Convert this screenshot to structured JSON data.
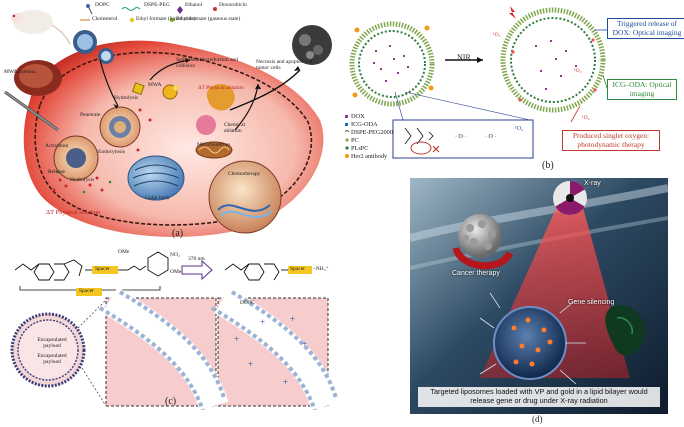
{
  "panel_a": {
    "letter": "(a)",
    "legend": {
      "dopc": "DOPC",
      "dspe_peg": "DSPE-PEG",
      "ethanol": "Ethanol",
      "doxorubicin": "Doxorubicin",
      "cholesterol": "Cholesterol",
      "ethyl_liquid": "Ethyl formate (liquid state)",
      "ethyl_gas": "Ethyl formate (gaseous state)"
    },
    "mwa_antenna": "MWA antenna",
    "self_assembly": "Self assemble/reduction and collision",
    "mwa": "MWA",
    "physical_ablation_1": "ΔT  Physical ablation",
    "physical_ablation_2": "ΔT  Physical ablation",
    "necrosis": "Necrosis and apoptosis of tumor cells",
    "chemical_ablation": "Chemical ablation",
    "golgi": "Golgi body",
    "mitochondrion": "Mitochondrion",
    "chemotherapy": "Chemotherapy",
    "endocytosis": "Endocytosis",
    "release": "Release",
    "hydrolysis": "Hydrolysis",
    "activation": "Activation",
    "hydrolysis2": "Hydrolysis",
    "penetrate": "Penetrate"
  },
  "panel_b": {
    "letter": "(b)",
    "nir": "NIR",
    "triggered_release": "Triggered release of DOX: Optical imaging",
    "icg_oda": "ICG–ODA: Optical imaging",
    "singlet_oxygen": "Produced singlet oxygen: photodynamic therapy",
    "singlet_label": "¹O₂",
    "legend": [
      "DOX",
      "ICG-ODA",
      "DSPE-PEG2000",
      "PC",
      "PLsPC",
      "Her2 antibody"
    ]
  },
  "panel_c": {
    "letter": "(c)",
    "spacer": "Spacer",
    "uv": "370 nm",
    "ome1": "OMe",
    "ome2": "OMe",
    "no2": "NO₂",
    "nh3": "–NH₃⁺",
    "dopc": "DOPC",
    "payload1": "Encapsulated payload",
    "payload2": "Encapsulated payload",
    "plus": "+"
  },
  "panel_d": {
    "letter": "(d)",
    "xray": "X-ray",
    "cancer_therapy": "Cancer therapy",
    "gene_silencing": "Gene silencing",
    "caption": "Targeted liposomes loaded with VP and gold in a lipid bilayer would release gene or drug under X-ray radiation"
  }
}
